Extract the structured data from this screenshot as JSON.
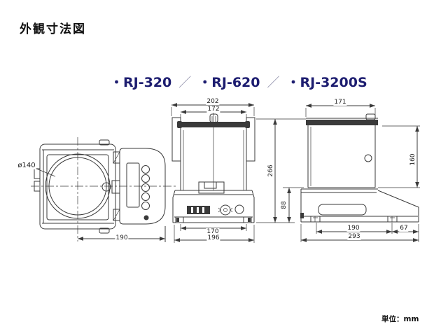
{
  "header": {
    "title": "外観寸法図"
  },
  "models": {
    "separator": "／",
    "items": [
      {
        "label": "・RJ-320"
      },
      {
        "label": "・RJ-620"
      },
      {
        "label": "・RJ-3200S"
      }
    ]
  },
  "drawing": {
    "top_view": {
      "pan_diameter": "ø140",
      "overall_width": "190"
    },
    "front_view": {
      "overall_width": "202",
      "chamber_width": "172",
      "feet_span": "170",
      "base_width": "196",
      "overall_height": "266"
    },
    "side_view": {
      "chamber_depth": "171",
      "chamber_height": "160",
      "base_height": "88",
      "feet_span": "190",
      "front_section": "67",
      "overall_depth": "293"
    }
  },
  "footer": {
    "unit_note": "単位：mm"
  },
  "colors": {
    "model_text": "#1d1d70",
    "line_color": "#3a3a3a",
    "background": "#ffffff"
  }
}
